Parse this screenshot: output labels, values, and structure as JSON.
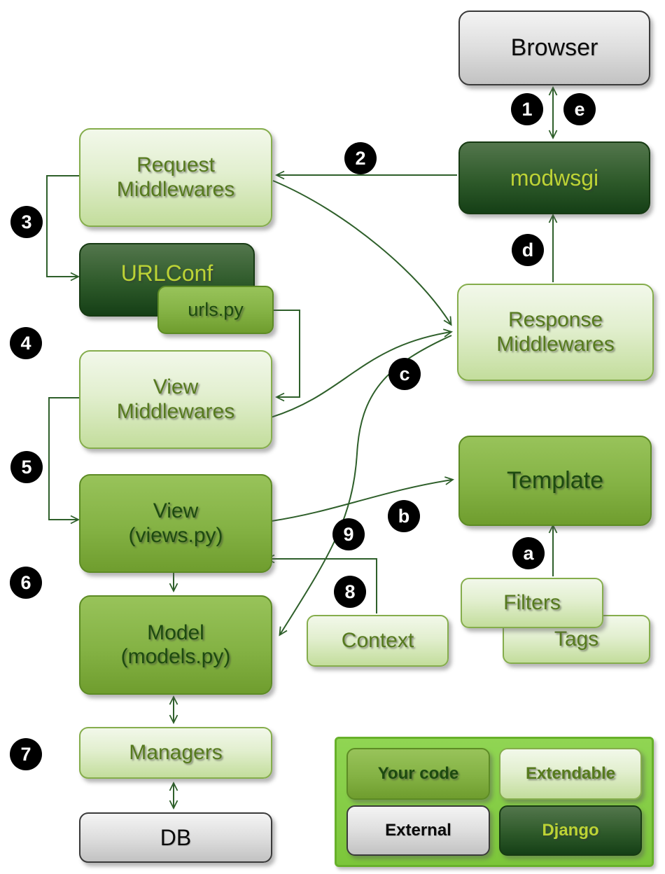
{
  "nodes": {
    "browser": {
      "label": "Browser"
    },
    "modwsgi": {
      "label": "modwsgi"
    },
    "request_mw": {
      "label": "Request\nMiddlewares"
    },
    "urlconf": {
      "label": "URLConf"
    },
    "urls_py": {
      "label": "urls.py"
    },
    "view_mw": {
      "label": "View\nMiddlewares"
    },
    "view": {
      "label": "View\n(views.py)"
    },
    "model": {
      "label": "Model\n(models.py)"
    },
    "managers": {
      "label": "Managers"
    },
    "db": {
      "label": "DB"
    },
    "response_mw": {
      "label": "Response\nMiddlewares"
    },
    "template": {
      "label": "Template"
    },
    "filters": {
      "label": "Filters"
    },
    "tags": {
      "label": "Tags"
    },
    "context": {
      "label": "Context"
    }
  },
  "step_markers": {
    "s1": {
      "label": "1"
    },
    "s2": {
      "label": "2"
    },
    "s3": {
      "label": "3"
    },
    "s4": {
      "label": "4"
    },
    "s5": {
      "label": "5"
    },
    "s6": {
      "label": "6"
    },
    "s7": {
      "label": "7"
    },
    "s8": {
      "label": "8"
    },
    "s9": {
      "label": "9"
    },
    "sa": {
      "label": "a"
    },
    "sb": {
      "label": "b"
    },
    "sc": {
      "label": "c"
    },
    "sd": {
      "label": "d"
    },
    "se": {
      "label": "e"
    }
  },
  "legend": {
    "your_code": {
      "label": "Your code"
    },
    "extendable": {
      "label": "Extendable"
    },
    "external": {
      "label": "External"
    },
    "django": {
      "label": "Django"
    }
  },
  "colors": {
    "your_code_green": "#84b244",
    "extendable_light_green": "#dcecc2",
    "external_gray": "#d9d9d9",
    "django_dark_green": "#2e5a2a",
    "legend_background": "#84cf43",
    "connector_green": "#2e5f2a",
    "marker_black": "#000000",
    "marker_text_white": "#ffffff",
    "dark_box_text": "#bcd335",
    "light_box_text": "#567a1e",
    "medium_box_text": "#1d4a10"
  }
}
